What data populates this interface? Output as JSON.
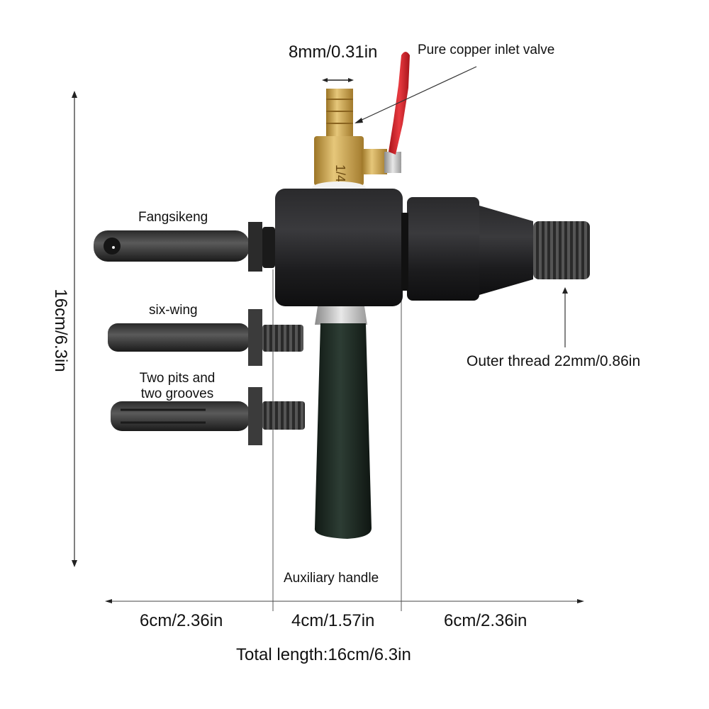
{
  "diagram": {
    "subject": "Water drill adapter with inlet valve, auxiliary handle and interchangeable shanks",
    "colors": {
      "background": "#ffffff",
      "body": "#1e1e20",
      "brass": "#c9a04a",
      "valve_handle": "#d8242a",
      "handle_grip": "#1d2b24",
      "line": "#333333"
    },
    "labels": {
      "inlet_diameter": "8mm/0.31in",
      "inlet_valve": "Pure copper inlet valve",
      "fangsikeng": "Fangsikeng",
      "six_wing": "six-wing",
      "two_pits_line1": "Two pits and",
      "two_pits_line2": "two grooves",
      "outer_thread": "Outer thread 22mm/0.86in",
      "auxiliary_handle": "Auxiliary handle",
      "height": "16cm/6.3in",
      "seg_left": "6cm/2.36in",
      "seg_middle": "4cm/1.57in",
      "seg_right": "6cm/2.36in",
      "total_length": "Total length:16cm/6.3in"
    },
    "valve_marking": "1/4"
  }
}
